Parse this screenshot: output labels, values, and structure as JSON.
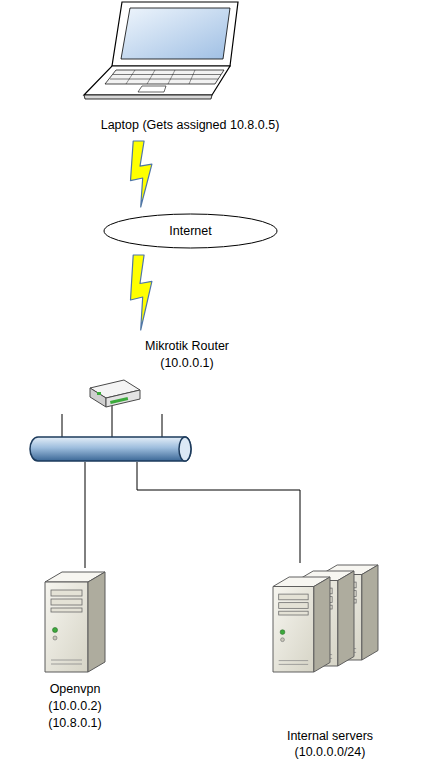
{
  "diagram": {
    "nodes": [
      {
        "text": [
          "Laptop (Gets assigned 10.8.0.5)"
        ]
      },
      {
        "text": [
          "Internet"
        ]
      },
      {
        "text": [
          "Mikrotik Router",
          "(10.0.0.1)"
        ]
      },
      {
        "text": [
          "Openvpn",
          "(10.0.0.2)",
          "(10.8.0.1)"
        ]
      },
      {
        "text": [
          "Internal servers",
          "(10.0.0.0/24)"
        ]
      }
    ],
    "edges": [
      {
        "from": 0,
        "to": 1,
        "arrow": "none"
      },
      {
        "from": 1,
        "to": 2,
        "arrow": "none"
      },
      {
        "from": 2,
        "to": 3,
        "arrow": "none"
      },
      {
        "from": 2,
        "to": 4,
        "arrow": "none"
      }
    ]
  }
}
